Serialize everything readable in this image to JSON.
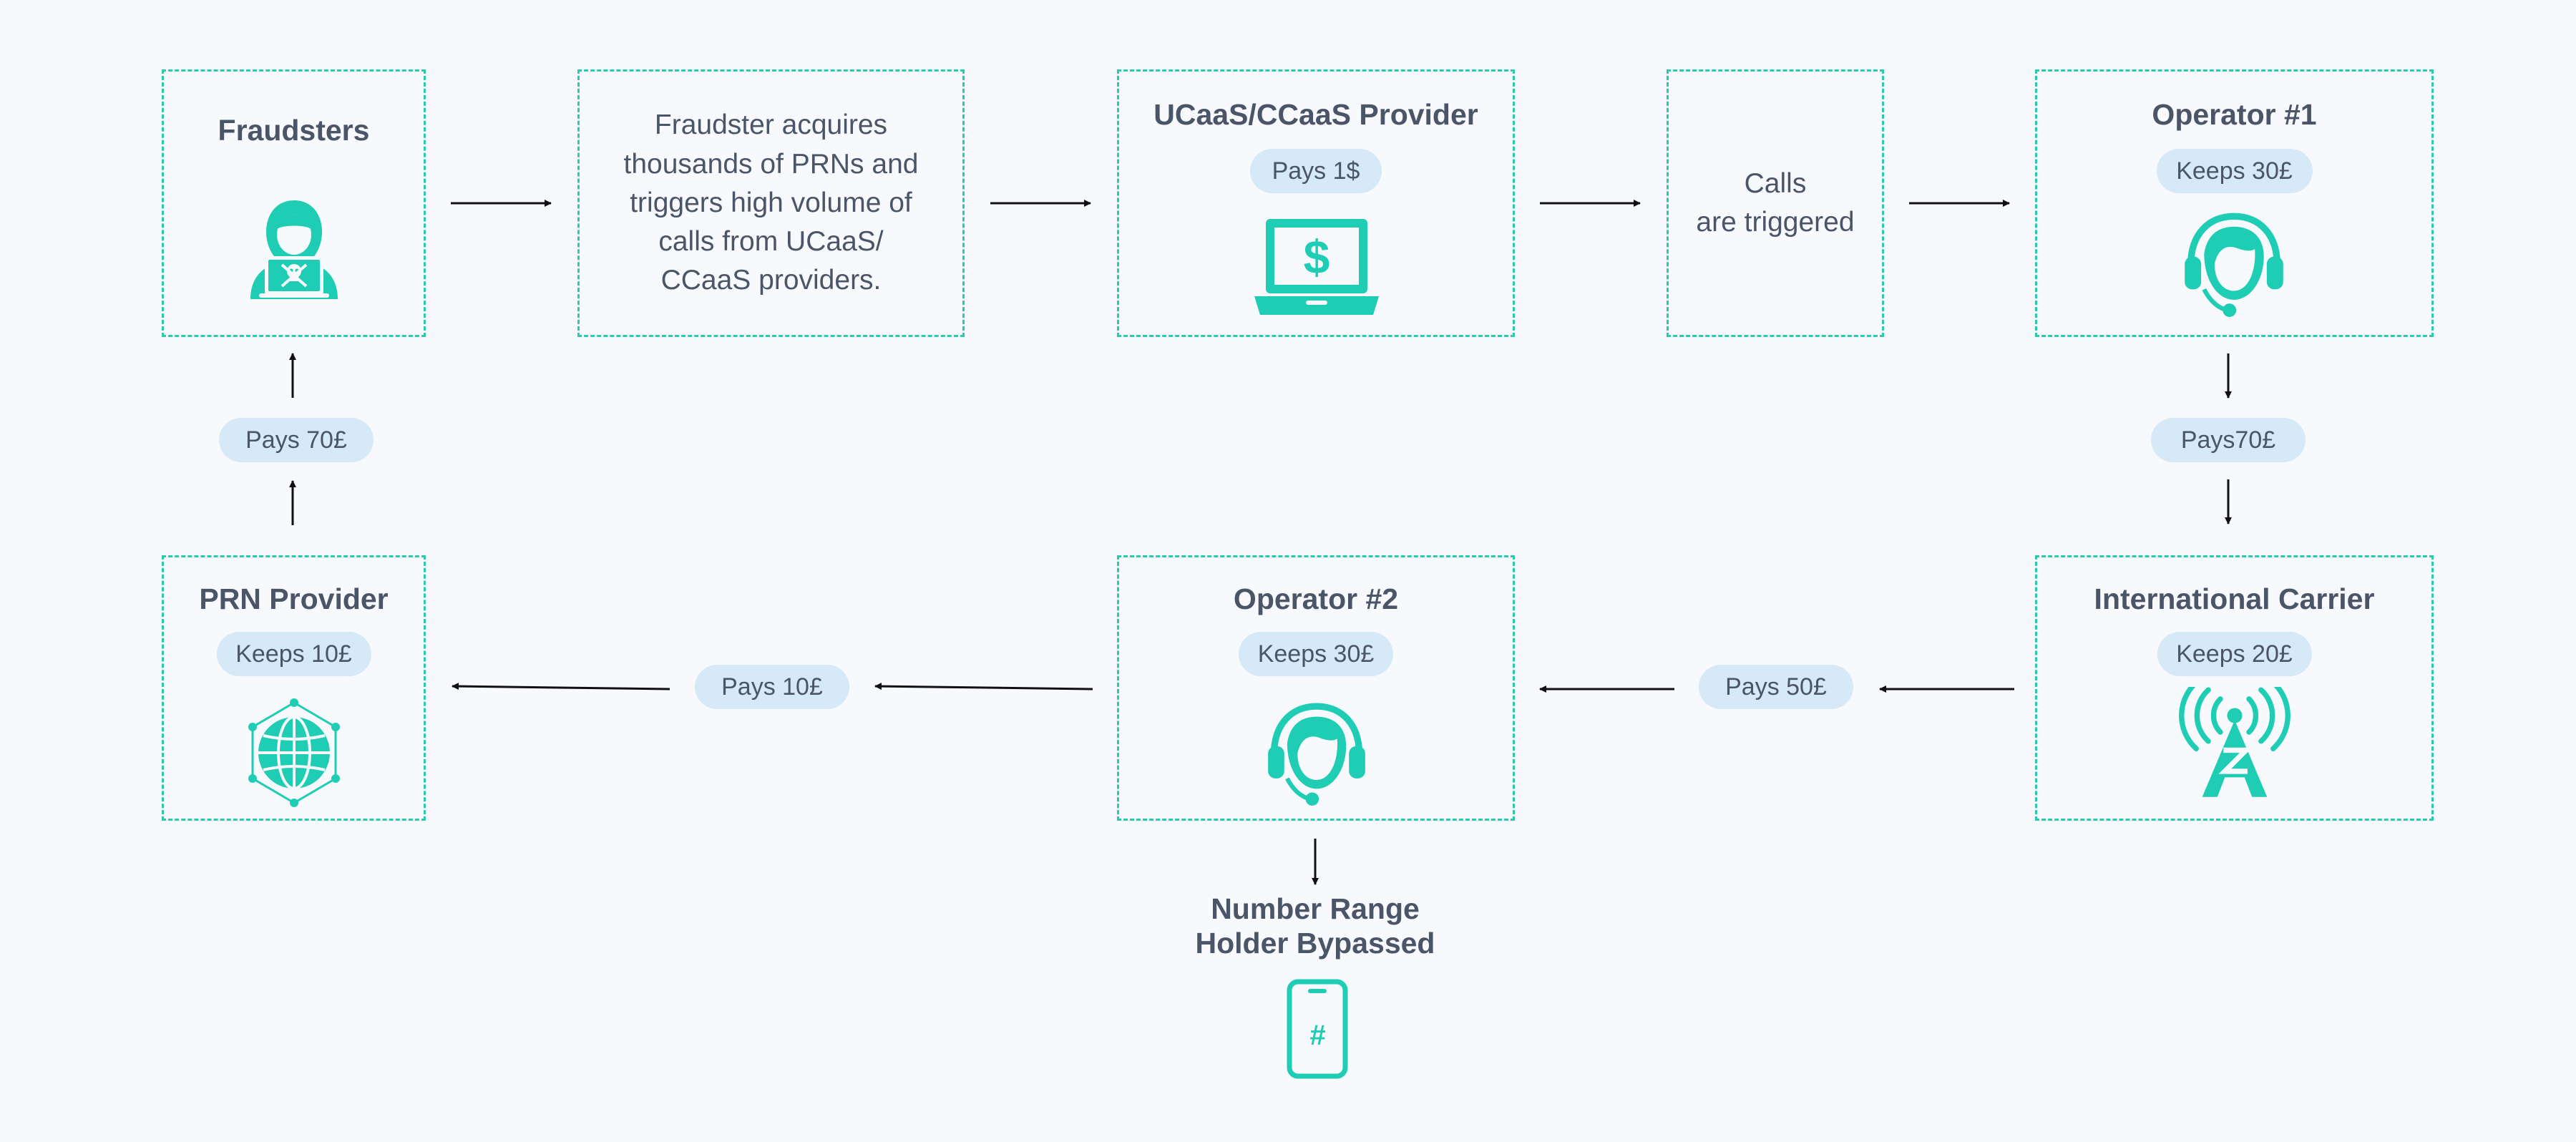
{
  "nodes": {
    "fraudsters": {
      "title": "Fraudsters"
    },
    "step_description": {
      "text_lines": [
        "Fraudster acquires",
        "thousands of PRNs and",
        "triggers high volume of",
        "calls from UCaaS/",
        "CCaaS providers."
      ]
    },
    "ucaas_provider": {
      "title": "UCaaS/CCaaS Provider",
      "badge": "Pays 1$"
    },
    "calls": {
      "text_lines": [
        "Calls",
        "are triggered"
      ]
    },
    "operator_1": {
      "title": "Operator #1",
      "badge": "Keeps 30£"
    },
    "international_carrier": {
      "title": "International Carrier",
      "badge": "Keeps 20£"
    },
    "operator_2": {
      "title": "Operator #2",
      "badge": "Keeps 30£"
    },
    "prn_provider": {
      "title": "PRN Provider",
      "badge": "Keeps 10£"
    },
    "number_range_holder": {
      "title_lines": [
        "Number Range",
        "Holder Bypassed"
      ],
      "icon_text": "#"
    }
  },
  "edge_labels": {
    "operator1_to_carrier": "Pays70£",
    "carrier_to_operator2": "Pays 50£",
    "operator2_to_prn": "Pays 10£",
    "prn_to_fraudsters": "Pays 70£"
  },
  "icons": {
    "fraudsters": "hooded-hacker-laptop-icon",
    "ucaas_provider": "laptop-dollar-icon",
    "operator_1": "headset-operator-icon",
    "international_carrier": "signal-tower-icon",
    "operator_2": "headset-operator-icon",
    "prn_provider": "network-globe-icon",
    "number_range_holder": "mobile-phone-hash-icon"
  },
  "colors": {
    "accent": "#1ecdb4",
    "border": "#2cc9ad",
    "badge_bg": "#d6e9f6",
    "text": "#4b5568",
    "arrow": "#111111",
    "background": "#f7f9fc"
  }
}
